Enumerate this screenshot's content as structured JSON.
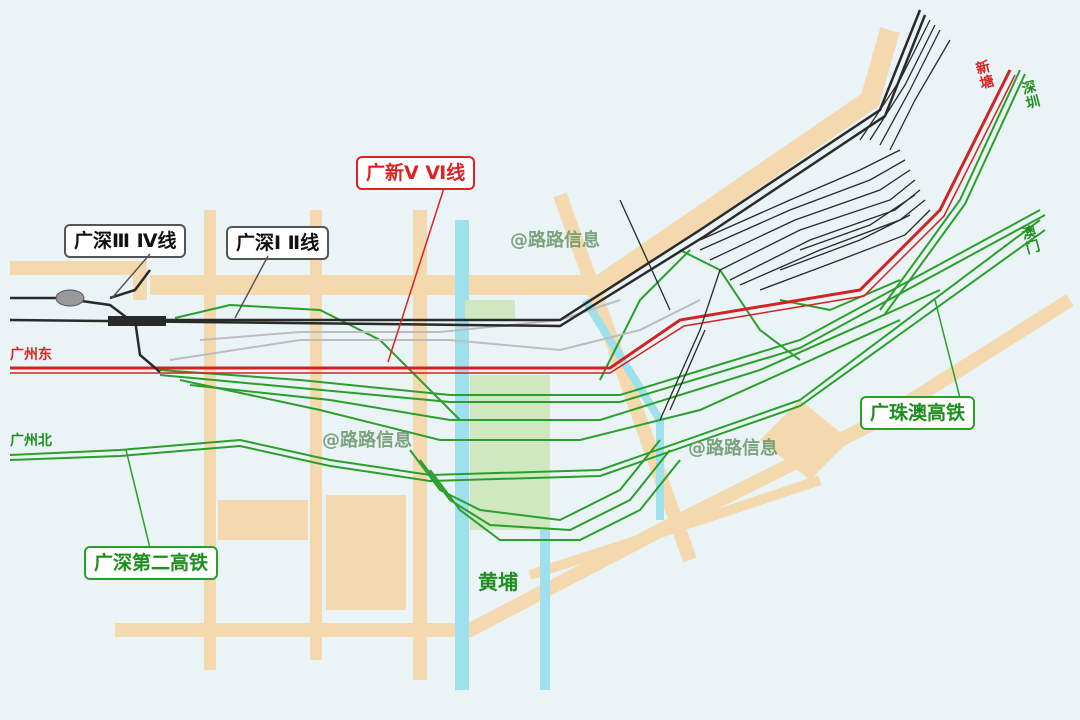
{
  "callouts": {
    "gs3_4": "广深Ⅲ Ⅳ线",
    "gs1_2": "广深Ⅰ Ⅱ线",
    "gx5_6": "广新Ⅴ Ⅵ线",
    "gza": "广珠澳高铁",
    "gs2": "广深第二高铁"
  },
  "stations": {
    "guangzhou_east": "广州东",
    "guangzhou_north": "广州北",
    "xintang": "新塘",
    "shenzhen": "深圳",
    "aomen": "澳门",
    "huangpu": "黄埔"
  },
  "watermarks": [
    "@路路信息",
    "@路路信息",
    "@路路信息"
  ],
  "colors": {
    "background": "#eaf3f6",
    "road": "#f3d9ad",
    "river": "#9ee0ec",
    "black_line": "#2a2a2a",
    "red_line": "#d22222",
    "green_line": "#2aa02a",
    "platform": "#cfe8c0"
  }
}
